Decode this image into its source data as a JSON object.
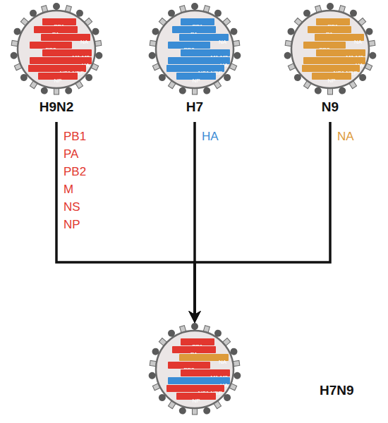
{
  "diagram": {
    "nodes": [
      {
        "text": [
          "H9N2"
        ]
      },
      {
        "text": [
          "PB1"
        ],
        "in": 0
      },
      {
        "text": [
          "PA"
        ],
        "in": 0
      },
      {
        "text": [
          "NA"
        ],
        "in": 0
      },
      {
        "text": [
          "PB2"
        ],
        "in": 0
      },
      {
        "text": [
          "M1,M2"
        ],
        "in": 0
      },
      {
        "text": [
          "HA"
        ],
        "in": 0
      },
      {
        "text": [
          "NS1,NEP"
        ],
        "in": 0
      },
      {
        "text": [
          "NP"
        ],
        "in": 0
      },
      {
        "text": [
          "H7"
        ]
      },
      {
        "text": [
          "PB1"
        ],
        "in": 9
      },
      {
        "text": [
          "PA"
        ],
        "in": 9
      },
      {
        "text": [
          "NA"
        ],
        "in": 9
      },
      {
        "text": [
          "PB2"
        ],
        "in": 9
      },
      {
        "text": [
          "M1,M2"
        ],
        "in": 9
      },
      {
        "text": [
          "HA"
        ],
        "in": 9
      },
      {
        "text": [
          "NS1,NEP"
        ],
        "in": 9
      },
      {
        "text": [
          "NP"
        ],
        "in": 9
      },
      {
        "text": [
          "N9"
        ]
      },
      {
        "text": [
          "PB1"
        ],
        "in": 18
      },
      {
        "text": [
          "PA"
        ],
        "in": 18
      },
      {
        "text": [
          "NA"
        ],
        "in": 18
      },
      {
        "text": [
          "PB2"
        ],
        "in": 18
      },
      {
        "text": [
          "M1,M2"
        ],
        "in": 18
      },
      {
        "text": [
          "HA"
        ],
        "in": 18
      },
      {
        "text": [
          "NS1,NEP"
        ],
        "in": 18
      },
      {
        "text": [
          "NP"
        ],
        "in": 18
      },
      {
        "text": [
          "H7N9"
        ]
      },
      {
        "text": [
          "PB1"
        ],
        "in": 27
      },
      {
        "text": [
          "PA"
        ],
        "in": 27
      },
      {
        "text": [
          "NA"
        ],
        "in": 27
      },
      {
        "text": [
          "PB2"
        ],
        "in": 27
      },
      {
        "text": [
          "M1,M2"
        ],
        "in": 27
      },
      {
        "text": [
          "HA"
        ],
        "in": 27
      },
      {
        "text": [
          "NS1,NEP"
        ],
        "in": 27
      },
      {
        "text": [
          "NP"
        ],
        "in": 27
      }
    ],
    "edges": [
      {
        "from": 0,
        "to": 27,
        "arrow": "to",
        "label": "PB1 PA PB2 M NS NP"
      },
      {
        "from": 9,
        "to": 27,
        "arrow": "to",
        "label": "HA"
      },
      {
        "from": 18,
        "to": 27,
        "arrow": "to",
        "label": "NA"
      }
    ]
  }
}
